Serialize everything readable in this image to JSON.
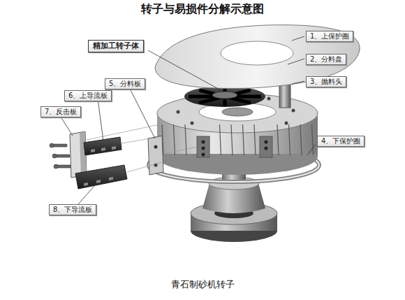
{
  "diagram": {
    "title": "转子与易损件分解示意图",
    "caption": "青石制砂机转子",
    "nodes": [
      {
        "text": [
          "1、上保护圈"
        ]
      },
      {
        "text": [
          "精加工转子体"
        ]
      },
      {
        "text": [
          "2、分料盘"
        ]
      },
      {
        "text": [
          "3、抛料头"
        ]
      },
      {
        "text": [
          "5、分料板"
        ]
      },
      {
        "text": [
          "6、上导流板"
        ]
      },
      {
        "text": [
          "7、反击板"
        ]
      },
      {
        "text": [
          "4、下保护圈"
        ]
      },
      {
        "text": [
          "8、下导流板"
        ]
      }
    ]
  }
}
